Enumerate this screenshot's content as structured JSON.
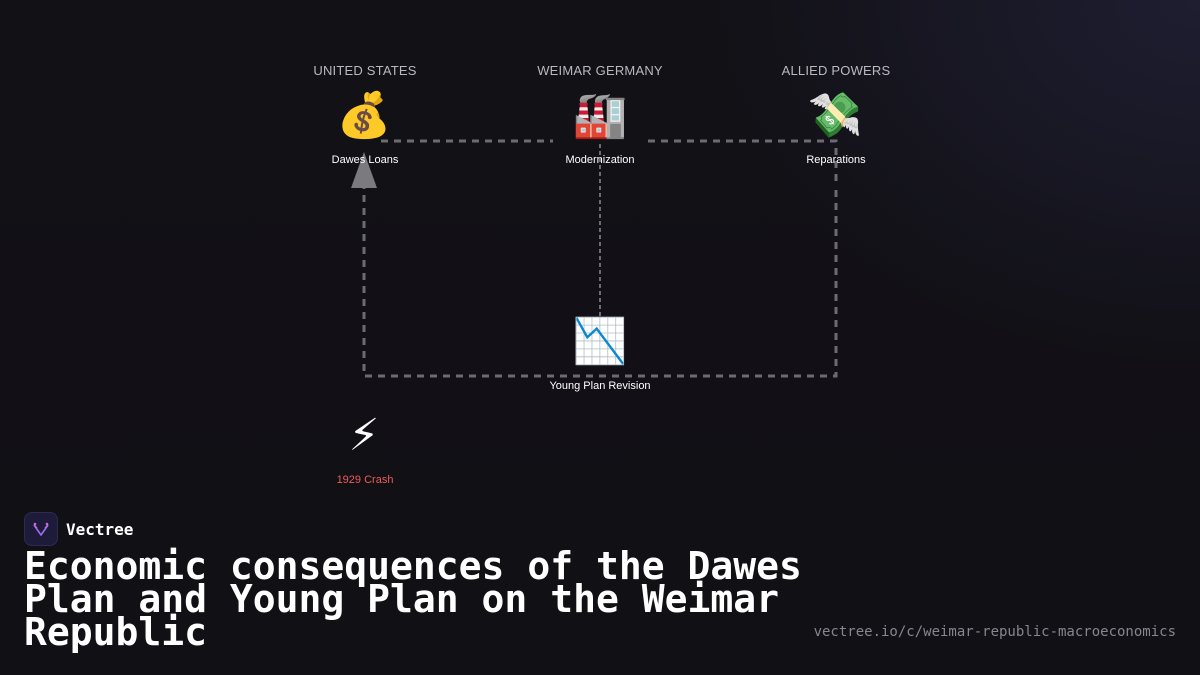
{
  "columns": {
    "us": "UNITED STATES",
    "germany": "WEIMAR GERMANY",
    "allies": "ALLIED POWERS"
  },
  "nodes": {
    "dawes": {
      "icon": "money-bag",
      "glyph": "💰",
      "label": "Dawes Loans"
    },
    "modernization": {
      "icon": "factory",
      "glyph": "🏭",
      "label": "Modernization"
    },
    "reparations": {
      "icon": "money-with-wings",
      "glyph": "💸",
      "label": "Reparations"
    },
    "young": {
      "icon": "chart-decreasing",
      "glyph": "📉",
      "label": "Young Plan Revision"
    },
    "crash": {
      "icon": "lightning",
      "glyph": "⚡",
      "label": "1929 Crash"
    }
  },
  "brand": {
    "name": "Vectree"
  },
  "title": "Economic consequences of the Dawes Plan and Young Plan on the Weimar Republic",
  "source_url": "vectree.io/c/weimar-republic-macroeconomics",
  "colors": {
    "background": "#131217",
    "connector": "#6b6b70",
    "crash_label": "#ef5a5a"
  }
}
